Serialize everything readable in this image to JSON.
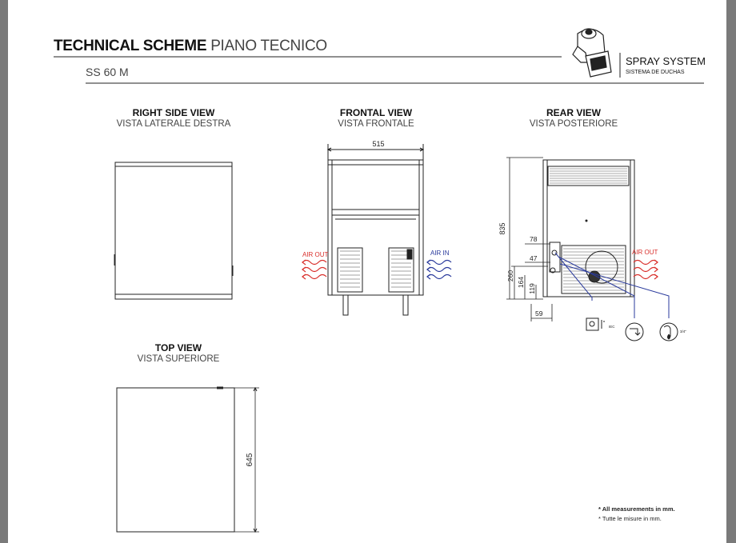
{
  "header": {
    "title_bold": "TECHNICAL SCHEME",
    "title_light": "PIANO TECNICO",
    "model": "SS 60 M",
    "brand_name": "SPRAY SYSTEM",
    "brand_subtitle": "SISTEMA DE DUCHAS",
    "logo_icon": "ice-machine-logo-icon"
  },
  "views": {
    "right_side": {
      "title": "RIGHT SIDE VIEW",
      "subtitle": "VISTA LATERALE DESTRA"
    },
    "frontal": {
      "title": "FRONTAL VIEW",
      "subtitle": "VISTA FRONTALE",
      "width_dim": "515",
      "air_out": "AIR OUT",
      "air_in": "AIR IN"
    },
    "rear": {
      "title": "REAR VIEW",
      "subtitle": "VISTA POSTERIORE",
      "height_dim": "835",
      "dim_78": "78",
      "dim_47": "47",
      "dim_260": "260",
      "dim_164": "164",
      "dim_119": "119",
      "dim_59": "59",
      "air_out": "AIR OUT",
      "power_label": "IEC",
      "drain_label": "3/4\""
    },
    "top": {
      "title": "TOP VIEW",
      "subtitle": "VISTA SUPERIORE",
      "depth_dim": "645"
    }
  },
  "notes": {
    "line1": "* All measurements in mm.",
    "line2": "* Tutte le misure in mm."
  },
  "colors": {
    "air_out": "#d9302c",
    "air_in": "#2a3a9c",
    "line": "#222222",
    "pipe": "#2a3a9c"
  }
}
